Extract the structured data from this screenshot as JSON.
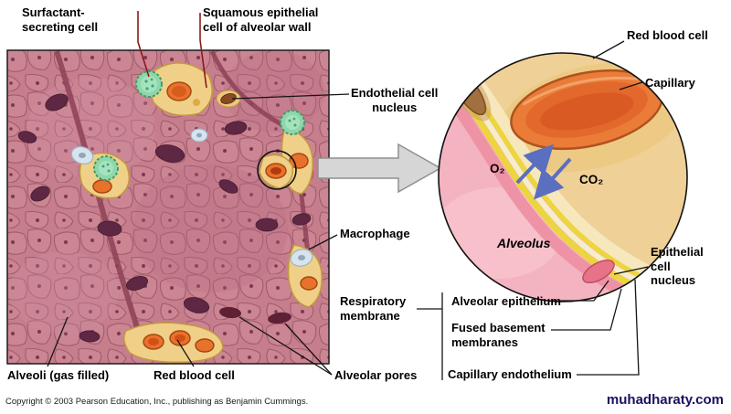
{
  "figure": {
    "main_image": {
      "labels": {
        "surfactant_cell": "Surfactant-\nsecreting cell",
        "squamous_epithelial": "Squamous epithelial\ncell of alveolar wall",
        "endothelial_nucleus": "Endothelial cell\nnucleus",
        "macrophage": "Macrophage",
        "respiratory_membrane": "Respiratory\nmembrane",
        "alveolar_pores": "Alveolar pores",
        "alveoli": "Alveoli (gas filled)",
        "red_blood_cell": "Red blood cell"
      }
    },
    "inset": {
      "labels": {
        "red_blood_cell": "Red blood cell",
        "capillary": "Capillary",
        "epithelial_cell_nucleus": "Epithelial\ncell\nnucleus",
        "alveolar_epithelium": "Alveolar epithelium",
        "fused_basement_membranes": "Fused basement\nmembranes",
        "capillary_endothelium": "Capillary endothelium",
        "alveolus": "Alveolus",
        "o2": "O₂",
        "co2": "CO₂"
      }
    },
    "footer": {
      "copyright": "Copyright © 2003 Pearson Education, Inc., publishing as Benjamin Cummings.",
      "watermark": "muhadharaty.com"
    },
    "colors": {
      "tissue_pink": "#c67e8d",
      "cell_outline": "#a05c6d",
      "nucleus_dark": "#5e2743",
      "septum_yellow": "#f0d088",
      "capillary_orange": "#e8722c",
      "surfactant_green": "#8ed7ab",
      "macrophage_blue": "#d7e4ee",
      "inset_alveolus_pink": "#f4b3c1",
      "inset_capillary_tan": "#efd096",
      "rbc_orange": "#ea7c38",
      "membrane_yellow": "#ecd53e",
      "gas_arrow_blue": "#5b6fc0",
      "watermark_navy": "#18125e"
    }
  }
}
